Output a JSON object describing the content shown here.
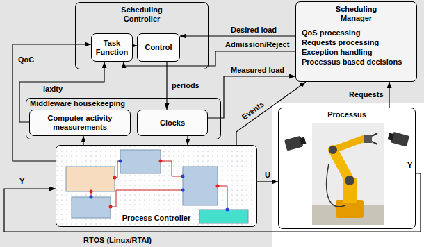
{
  "diagram": {
    "nodes": [
      {
        "text": [
          "Scheduling Controller"
        ]
      },
      {
        "text": [
          "Task Function"
        ],
        "in": 0
      },
      {
        "text": [
          "Control"
        ],
        "in": 0
      },
      {
        "text": [
          "Scheduling Manager",
          "QoS processing",
          "Requests processing",
          "Exception handling",
          "Processus based decisions"
        ]
      },
      {
        "text": [
          "Middleware housekeeping"
        ]
      },
      {
        "text": [
          "Computer activity measurements"
        ],
        "in": 4
      },
      {
        "text": [
          "Clocks"
        ],
        "in": 4
      },
      {
        "text": [
          "Process Controller"
        ]
      },
      {
        "text": [
          "Processus"
        ]
      }
    ],
    "edges": [
      {
        "from": 3,
        "to": 2,
        "label": "Desired load",
        "arrow": "to"
      },
      {
        "from": 3,
        "to": 1,
        "label": "Admission/Reject",
        "arrow": "to"
      },
      {
        "from": 1,
        "to": 2,
        "arrow": "to"
      },
      {
        "from": 2,
        "to": 6,
        "label": "periods",
        "arrow": "to"
      },
      {
        "from": 5,
        "to": 1,
        "label": "laxity",
        "arrow": "to"
      },
      {
        "from": 6,
        "to": 3,
        "label": "Measured load",
        "arrow": "to"
      },
      {
        "from": 7,
        "to": 3,
        "label": "Events",
        "arrow": "to"
      },
      {
        "from": 8,
        "to": 3,
        "label": "Requests",
        "arrow": "to"
      },
      {
        "from": 7,
        "to": 8,
        "label": "U",
        "arrow": "to"
      },
      {
        "from": 8,
        "to": 7,
        "arrow": "to"
      },
      {
        "from": 7,
        "to": 1,
        "label": "QoC",
        "arrow": "to"
      },
      {
        "from": 7,
        "to": 5,
        "arrow": "to"
      },
      {
        "from": 6,
        "to": 7,
        "arrow": "to"
      }
    ],
    "labels": [
      "Y",
      "Y",
      "RTOS (Linux/RTAI)"
    ]
  }
}
